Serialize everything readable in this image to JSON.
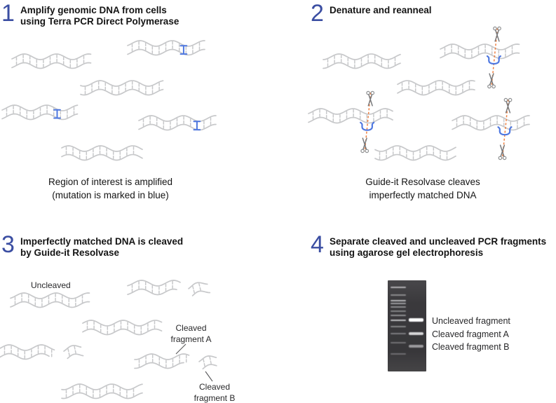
{
  "figure": {
    "background": "#ffffff",
    "step_number_color": "#3b4ea2",
    "dna_color": "#c7c8ca",
    "mutation_color": "#4f78e0",
    "cut_line_color": "#ef8142",
    "scissors_color": "#8f9193",
    "pointer_color": "#59595b"
  },
  "steps": [
    {
      "number": "1",
      "title": "Amplify genomic DNA from cells\nusing Terra PCR Direct Polymerase",
      "caption": "Region of interest is amplified\n(mutation is marked in blue)"
    },
    {
      "number": "2",
      "title": "Denature and reanneal",
      "caption": "Guide-it Resolvase cleaves\nimperfectly matched DNA"
    },
    {
      "number": "3",
      "title": "Imperfectly matched DNA is cleaved\nby Guide-it Resolvase",
      "labels": {
        "uncleaved": "Uncleaved",
        "fragment_a": "Cleaved\nfragment A",
        "fragment_b": "Cleaved\nfragment B"
      }
    },
    {
      "number": "4",
      "title": "Separate cleaved and uncleaved PCR fragments\nusing agarose gel electrophoresis",
      "gel": {
        "labels": [
          "Uncleaved fragment",
          "Cleaved fragment A",
          "Cleaved fragment B"
        ],
        "ladder_bands": [
          [
            10,
            0.65
          ],
          [
            21,
            0.45
          ],
          [
            29,
            0.7
          ],
          [
            33,
            0.55
          ],
          [
            38,
            0.48
          ],
          [
            44,
            0.42
          ],
          [
            50,
            0.48
          ],
          [
            57,
            0.75
          ],
          [
            66,
            0.42
          ],
          [
            76,
            0.38
          ],
          [
            89,
            0.32
          ],
          [
            105,
            0.3
          ]
        ],
        "sample_bands": [
          [
            56,
            5,
            1.0
          ],
          [
            76,
            4.5,
            0.8
          ],
          [
            94,
            4,
            0.5
          ]
        ]
      }
    }
  ],
  "icons": {
    "scissors": "scissors-icon",
    "dna": "dna-strand-icon"
  }
}
